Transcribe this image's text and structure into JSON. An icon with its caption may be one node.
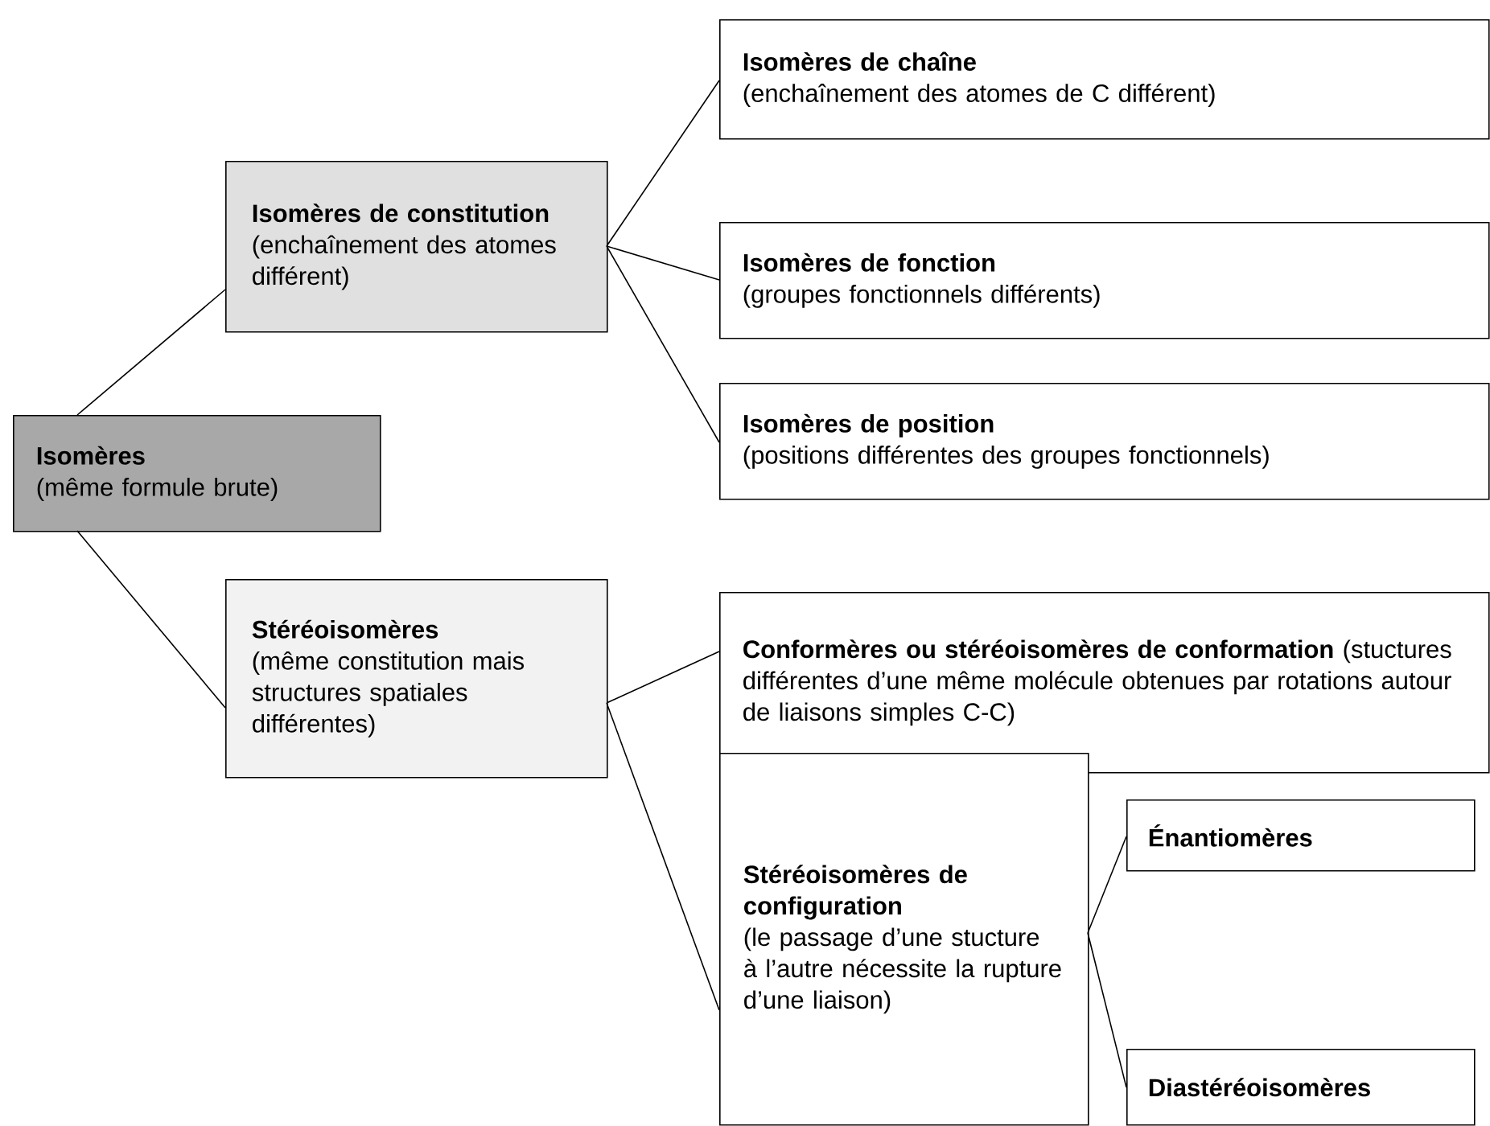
{
  "diagram": {
    "nodes": [
      {
        "text": [
          "Isomères",
          "(même formule brute)"
        ]
      },
      {
        "text": [
          "Isomères de constitution",
          "(enchaînement des atomes différent)"
        ]
      },
      {
        "text": [
          "Isomères de chaîne",
          "(enchaînement des atomes de C différent)"
        ]
      },
      {
        "text": [
          "Isomères de fonction",
          "(groupes fonctionnels différents)"
        ]
      },
      {
        "text": [
          "Isomères de position",
          "(positions différentes des groupes fonctionnels)"
        ]
      },
      {
        "text": [
          "Stéréoisomères",
          "(même constitution mais structures spatiales différentes)"
        ]
      },
      {
        "text": [
          "Conformères ou stéréoisomères de conformation",
          "(stuctures différentes d’une même molécule obtenues par rotations autour de liaisons simples C-C)"
        ]
      },
      {
        "text": [
          "Stéréoisomères de configuration",
          "(le passage d’une stucture à l’autre nécessite la rupture d’une liaison)"
        ]
      },
      {
        "text": [
          "Énantiomères"
        ]
      },
      {
        "text": [
          "Diastéréoisomères"
        ]
      }
    ],
    "edges": [
      {
        "from": 0,
        "to": 1,
        "arrow": "none"
      },
      {
        "from": 0,
        "to": 5,
        "arrow": "none"
      },
      {
        "from": 1,
        "to": 2,
        "arrow": "none"
      },
      {
        "from": 1,
        "to": 3,
        "arrow": "none"
      },
      {
        "from": 1,
        "to": 4,
        "arrow": "none"
      },
      {
        "from": 5,
        "to": 6,
        "arrow": "none"
      },
      {
        "from": 5,
        "to": 7,
        "arrow": "none"
      },
      {
        "from": 7,
        "to": 8,
        "arrow": "none"
      },
      {
        "from": 7,
        "to": 9,
        "arrow": "none"
      }
    ]
  }
}
